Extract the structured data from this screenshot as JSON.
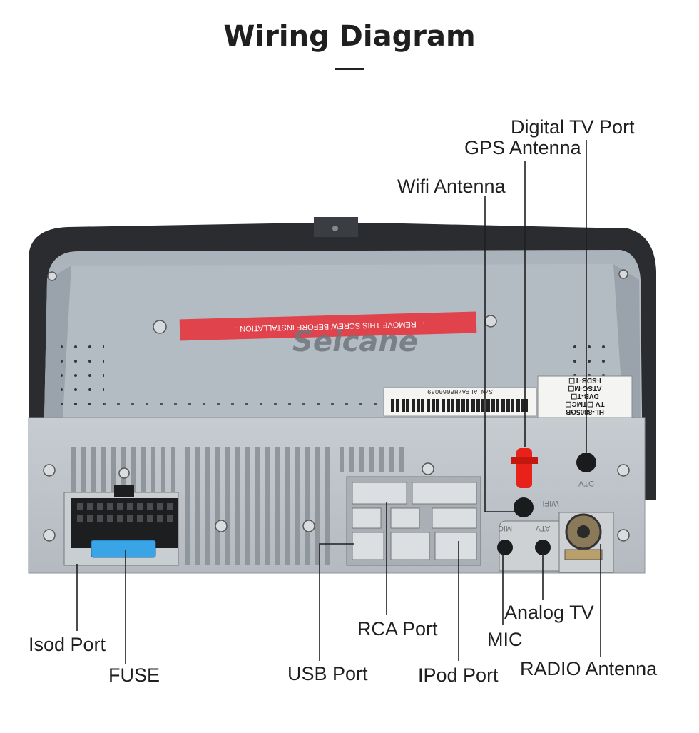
{
  "header": {
    "title": "Wiring Diagram"
  },
  "device": {
    "brand": "Seicane",
    "warning_text": "← REMOVE THIS SCREW BEFORE INSTALLATION ←",
    "serial_text": "S/N  ALFA/H8060039",
    "model_sticker": [
      "HL-8805GB",
      "TV  ☐TMC☐",
      "DVB-T☐",
      "ATSC-M☐",
      "I-SDB-T☐"
    ],
    "port_marks": {
      "dtv": "DTV",
      "wifi": "WIFI",
      "mic": "MIC",
      "atv": "ATV"
    }
  },
  "labels": {
    "digital_tv_port": "Digital TV Port",
    "gps_antenna": "GPS Antenna",
    "wifi_antenna": "Wifi Antenna",
    "isod_port": "Isod Port",
    "fuse": "FUSE",
    "usb_port": "USB Port",
    "rca_port": "RCA Port",
    "ipod_port": "IPod Port",
    "mic": "MIC",
    "analog_tv": "Analog TV",
    "radio_antenna": "RADIO Antenna"
  }
}
